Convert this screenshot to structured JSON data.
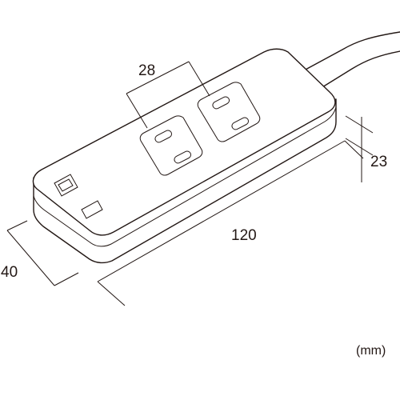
{
  "diagram": {
    "dimensions": {
      "outlet_pitch": "28",
      "height": "23",
      "length": "120",
      "width": "40"
    },
    "unit_label": "(mm)"
  }
}
